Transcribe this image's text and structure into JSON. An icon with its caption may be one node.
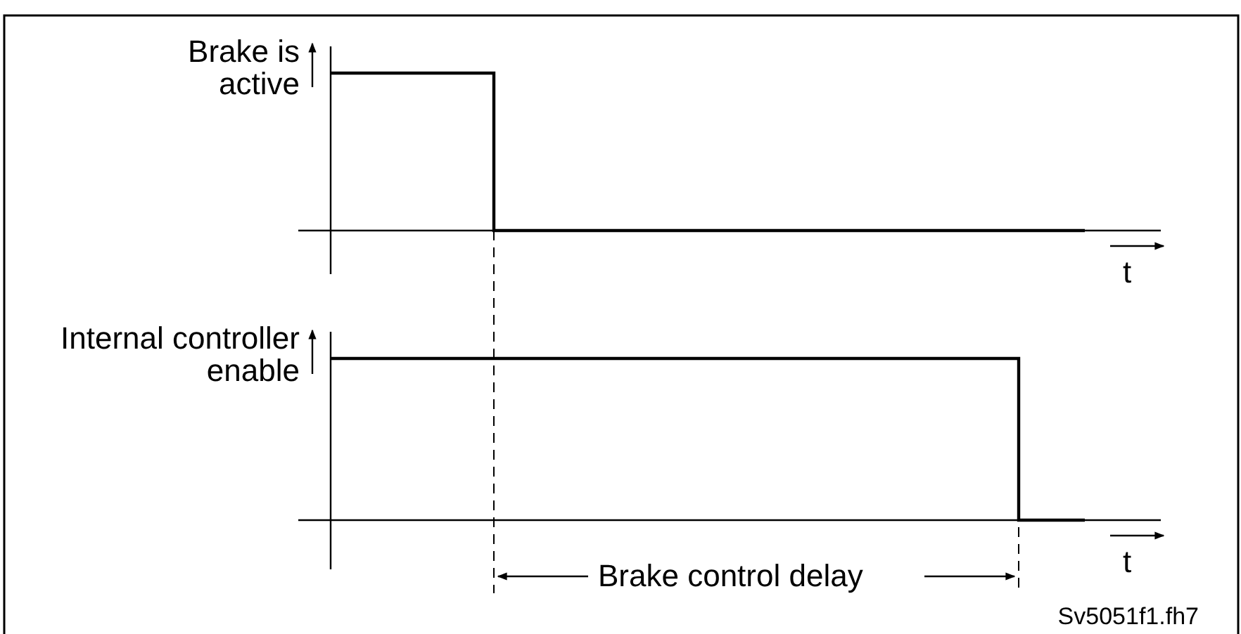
{
  "diagram": {
    "labels": [
      "Brake is active",
      "t",
      "Internal controller enable",
      "t",
      "Brake control delay",
      "Sv5051f1.fh7"
    ]
  }
}
